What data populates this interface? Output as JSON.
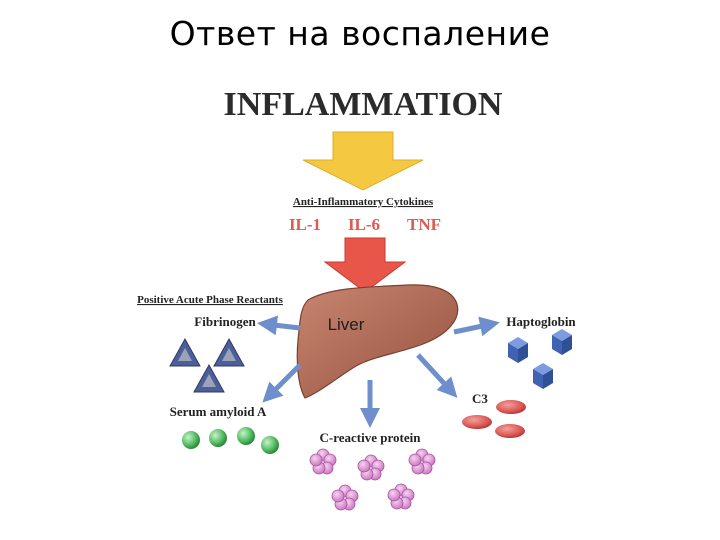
{
  "slide_title": "Ответ на воспаление",
  "diagram": {
    "heading": "INFLAMMATION",
    "cytokines_label": "Anti-Inflammatory Cytokines",
    "cytokines": [
      "IL-1",
      "IL-6",
      "TNF"
    ],
    "organ_label": "Liver",
    "reactants_label": "Positive Acute Phase Reactants",
    "products": {
      "fibrinogen": "Fibrinogen",
      "serum_amyloid": "Serum amyloid A",
      "crp": "C-reactive protein",
      "c3": "C3",
      "haptoglobin": "Haptoglobin"
    },
    "colors": {
      "yellow_arrow": "#f5c842",
      "red_arrow": "#e8564a",
      "cytokine_text": "#e05a4f",
      "liver": "#b06a55",
      "blue_arrow": "#6f8fcc",
      "green_sphere": "#5cc36b",
      "pink_flower": "#d88ad0",
      "red_disc": "#d9534f",
      "blue_cube": "#4a72c4"
    }
  }
}
